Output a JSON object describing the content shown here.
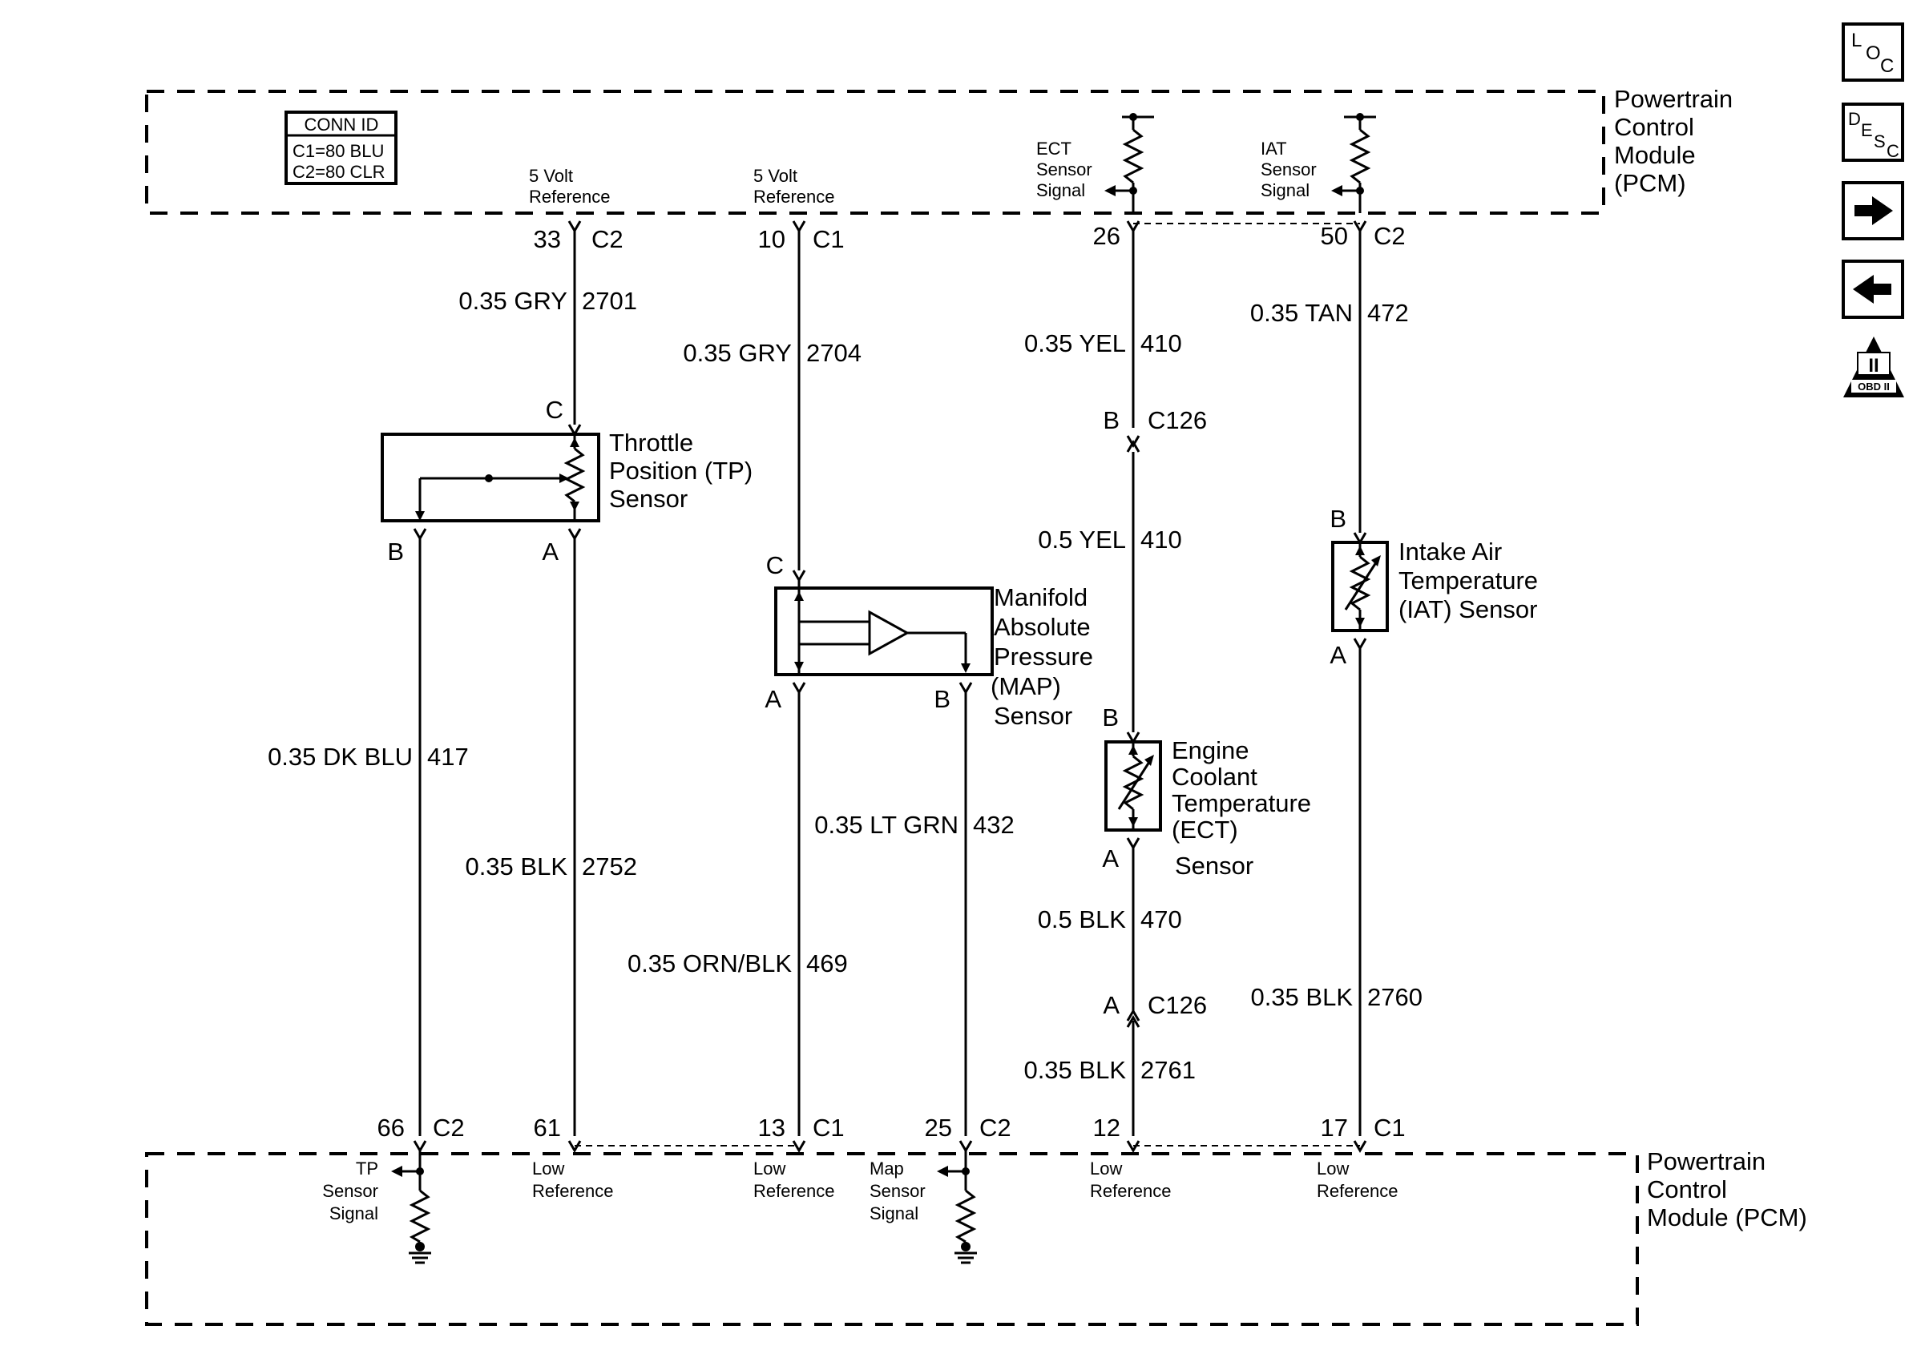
{
  "pcm": {
    "top_label": [
      "Powertrain",
      "Control",
      "Module",
      "(PCM)"
    ],
    "bottom_label": [
      "Powertrain",
      "Control",
      "Module (PCM)"
    ]
  },
  "conn_id": {
    "title": "CONN ID",
    "rows": [
      "C1=80 BLU",
      "C2=80 CLR"
    ]
  },
  "top_signals": {
    "five_volt_a": [
      "5 Volt",
      "Reference"
    ],
    "five_volt_b": [
      "5 Volt",
      "Reference"
    ],
    "ect": [
      "ECT",
      "Sensor",
      "Signal"
    ],
    "iat": [
      "IAT",
      "Sensor",
      "Signal"
    ]
  },
  "bottom_signals": {
    "tp": [
      "TP",
      "Sensor",
      "Signal"
    ],
    "low_a": [
      "Low",
      "Reference"
    ],
    "low_b": [
      "Low",
      "Reference"
    ],
    "map": [
      "Map",
      "Sensor",
      "Signal"
    ],
    "low_c": [
      "Low",
      "Reference"
    ],
    "low_d": [
      "Low",
      "Reference"
    ]
  },
  "pins_top": [
    {
      "num": "33",
      "conn": "C2"
    },
    {
      "num": "10",
      "conn": "C1"
    },
    {
      "num": "26",
      "conn": ""
    },
    {
      "num": "50",
      "conn": "C2"
    }
  ],
  "pins_bottom": [
    {
      "num": "66",
      "conn": "C2"
    },
    {
      "num": "61",
      "conn": ""
    },
    {
      "num": "13",
      "conn": "C1"
    },
    {
      "num": "25",
      "conn": "C2"
    },
    {
      "num": "12",
      "conn": ""
    },
    {
      "num": "17",
      "conn": "C1"
    }
  ],
  "wires": [
    {
      "gauge": "0.35 GRY",
      "circuit": "2701"
    },
    {
      "gauge": "0.35 GRY",
      "circuit": "2704"
    },
    {
      "gauge": "0.35 YEL",
      "circuit": "410"
    },
    {
      "gauge": "0.35 TAN",
      "circuit": "472"
    },
    {
      "gauge": "0.5 YEL",
      "circuit": "410"
    },
    {
      "gauge": "0.35 DK BLU",
      "circuit": "417"
    },
    {
      "gauge": "0.35 BLK",
      "circuit": "2752"
    },
    {
      "gauge": "0.35 LT GRN",
      "circuit": "432"
    },
    {
      "gauge": "0.35 ORN/BLK",
      "circuit": "469"
    },
    {
      "gauge": "0.5 BLK",
      "circuit": "470"
    },
    {
      "gauge": "0.35 BLK",
      "circuit": "2760"
    },
    {
      "gauge": "0.35 BLK",
      "circuit": "2761"
    }
  ],
  "connectors": {
    "c126_b": {
      "pin": "B",
      "id": "C126"
    },
    "c126_a": {
      "pin": "A",
      "id": "C126"
    }
  },
  "sensors": {
    "tp": {
      "name": [
        "Throttle",
        "Position (TP)",
        "Sensor"
      ],
      "pins": [
        "C",
        "B",
        "A"
      ]
    },
    "map": {
      "name": [
        "Manifold",
        "Absolute",
        "Pressure",
        "(MAP)",
        "Sensor"
      ],
      "pins": [
        "C",
        "A",
        "B"
      ]
    },
    "ect": {
      "name": [
        "Engine",
        "Coolant",
        "Temperature",
        "(ECT)",
        "Sensor"
      ],
      "pins": [
        "B",
        "A"
      ]
    },
    "iat": {
      "name": [
        "Intake Air",
        "Temperature",
        "(IAT) Sensor"
      ],
      "pins": [
        "B",
        "A"
      ]
    }
  },
  "nav": {
    "loc": [
      "L",
      "O",
      "C"
    ],
    "desc": [
      "D",
      "E",
      "S",
      "C"
    ],
    "next_icon": "arrow-right",
    "prev_icon": "arrow-left",
    "obd": {
      "numeral": "II",
      "text": "OBD II"
    }
  }
}
